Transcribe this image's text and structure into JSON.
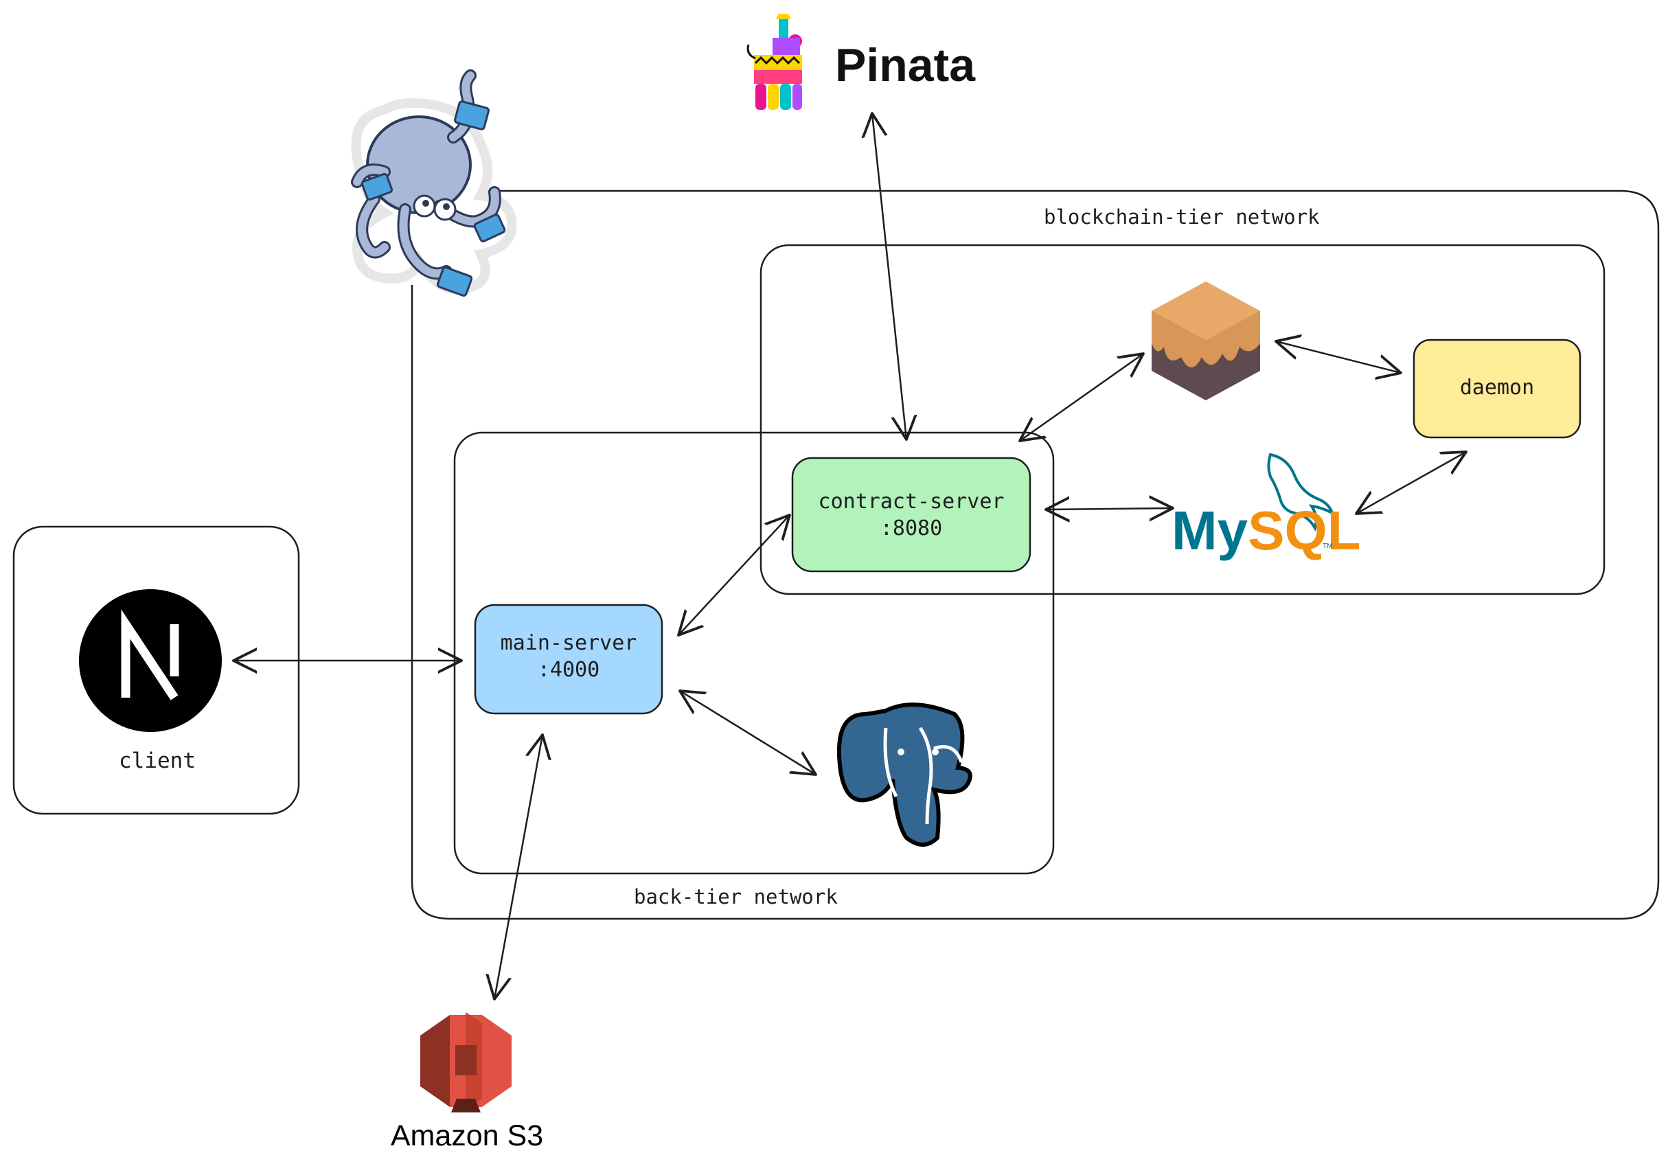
{
  "nodes": {
    "client": {
      "label": "client",
      "bg": "#ffffff"
    },
    "main_server": {
      "line1": "main-server",
      "line2": ":4000",
      "bg": "#a5d8ff"
    },
    "contract_server": {
      "line1": "contract-server",
      "line2": ":8080",
      "bg": "#b2f2bb"
    },
    "daemon": {
      "label": "daemon",
      "bg": "#ffec99"
    }
  },
  "groups": {
    "blockchain_tier": {
      "label": "blockchain-tier network"
    },
    "back_tier": {
      "label": "back-tier network"
    }
  },
  "logos": {
    "pinata": {
      "text": "Pinata"
    },
    "mysql": {
      "text_my": "My",
      "text_sql": "SQL",
      "tm": "TM"
    },
    "s3": {
      "text": "Amazon S3"
    },
    "nextjs": {
      "icon": "nextjs-logo"
    },
    "postgres": {
      "icon": "postgresql-elephant"
    },
    "docker_compose": {
      "icon": "docker-compose-octopus"
    },
    "hardhat": {
      "icon": "blockchain-node-cube"
    }
  },
  "colors": {
    "stroke": "#1e1e1e",
    "main_server": "#a5d8ff",
    "contract_server": "#b2f2bb",
    "daemon": "#ffec99",
    "s3_red": "#e05243",
    "postgres_blue": "#336791",
    "mysql_blue": "#00758f",
    "mysql_orange": "#f29111"
  }
}
